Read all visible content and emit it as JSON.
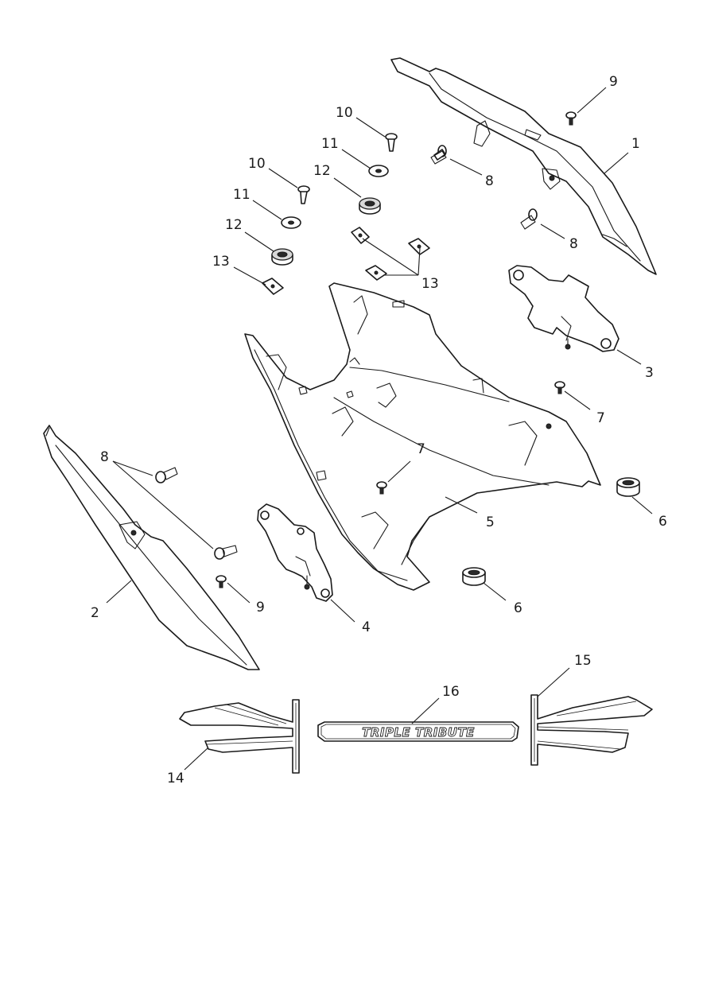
{
  "callouts": {
    "c1": "1",
    "c2": "2",
    "c3": "3",
    "c4": "4",
    "c5": "5",
    "c6a": "6",
    "c6b": "6",
    "c7a": "7",
    "c7b": "7",
    "c8a": "8",
    "c8b": "8",
    "c8c": "8",
    "c9a": "9",
    "c9b": "9",
    "c10a": "10",
    "c10b": "10",
    "c11a": "11",
    "c11b": "11",
    "c12a": "12",
    "c12b": "12",
    "c13a": "13",
    "c13b": "13",
    "c14": "14",
    "c15": "15",
    "c16": "16"
  },
  "decal": {
    "text": "TRIPLE TRIBUTE"
  },
  "colors": {
    "line": "#1a1a1a",
    "background": "#ffffff"
  }
}
